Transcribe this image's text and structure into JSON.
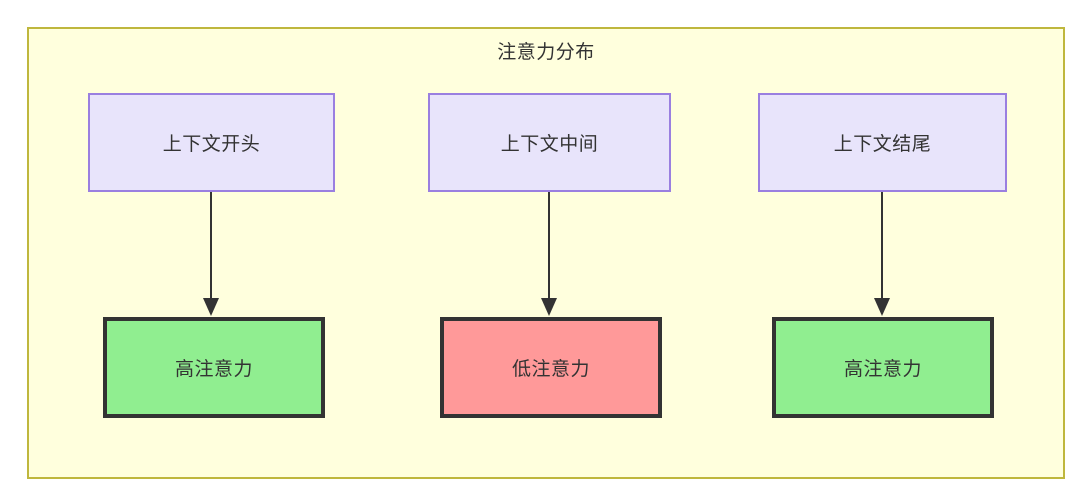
{
  "diagram": {
    "title": "注意力分布",
    "colors": {
      "frame_fill": "#ffffdd",
      "frame_border": "#bfb73d",
      "context_fill": "#e8e4fb",
      "context_border": "#9a7fe0",
      "high_attention_fill": "#90ee90",
      "low_attention_fill": "#ff9999",
      "node_border": "#333333",
      "text": "#333333",
      "edge": "#333333"
    },
    "columns": [
      {
        "context_label": "上下文开头",
        "attention_label": "高注意力",
        "attention_level": "high"
      },
      {
        "context_label": "上下文中间",
        "attention_label": "低注意力",
        "attention_level": "low"
      },
      {
        "context_label": "上下文结尾",
        "attention_label": "高注意力",
        "attention_level": "high"
      }
    ]
  }
}
